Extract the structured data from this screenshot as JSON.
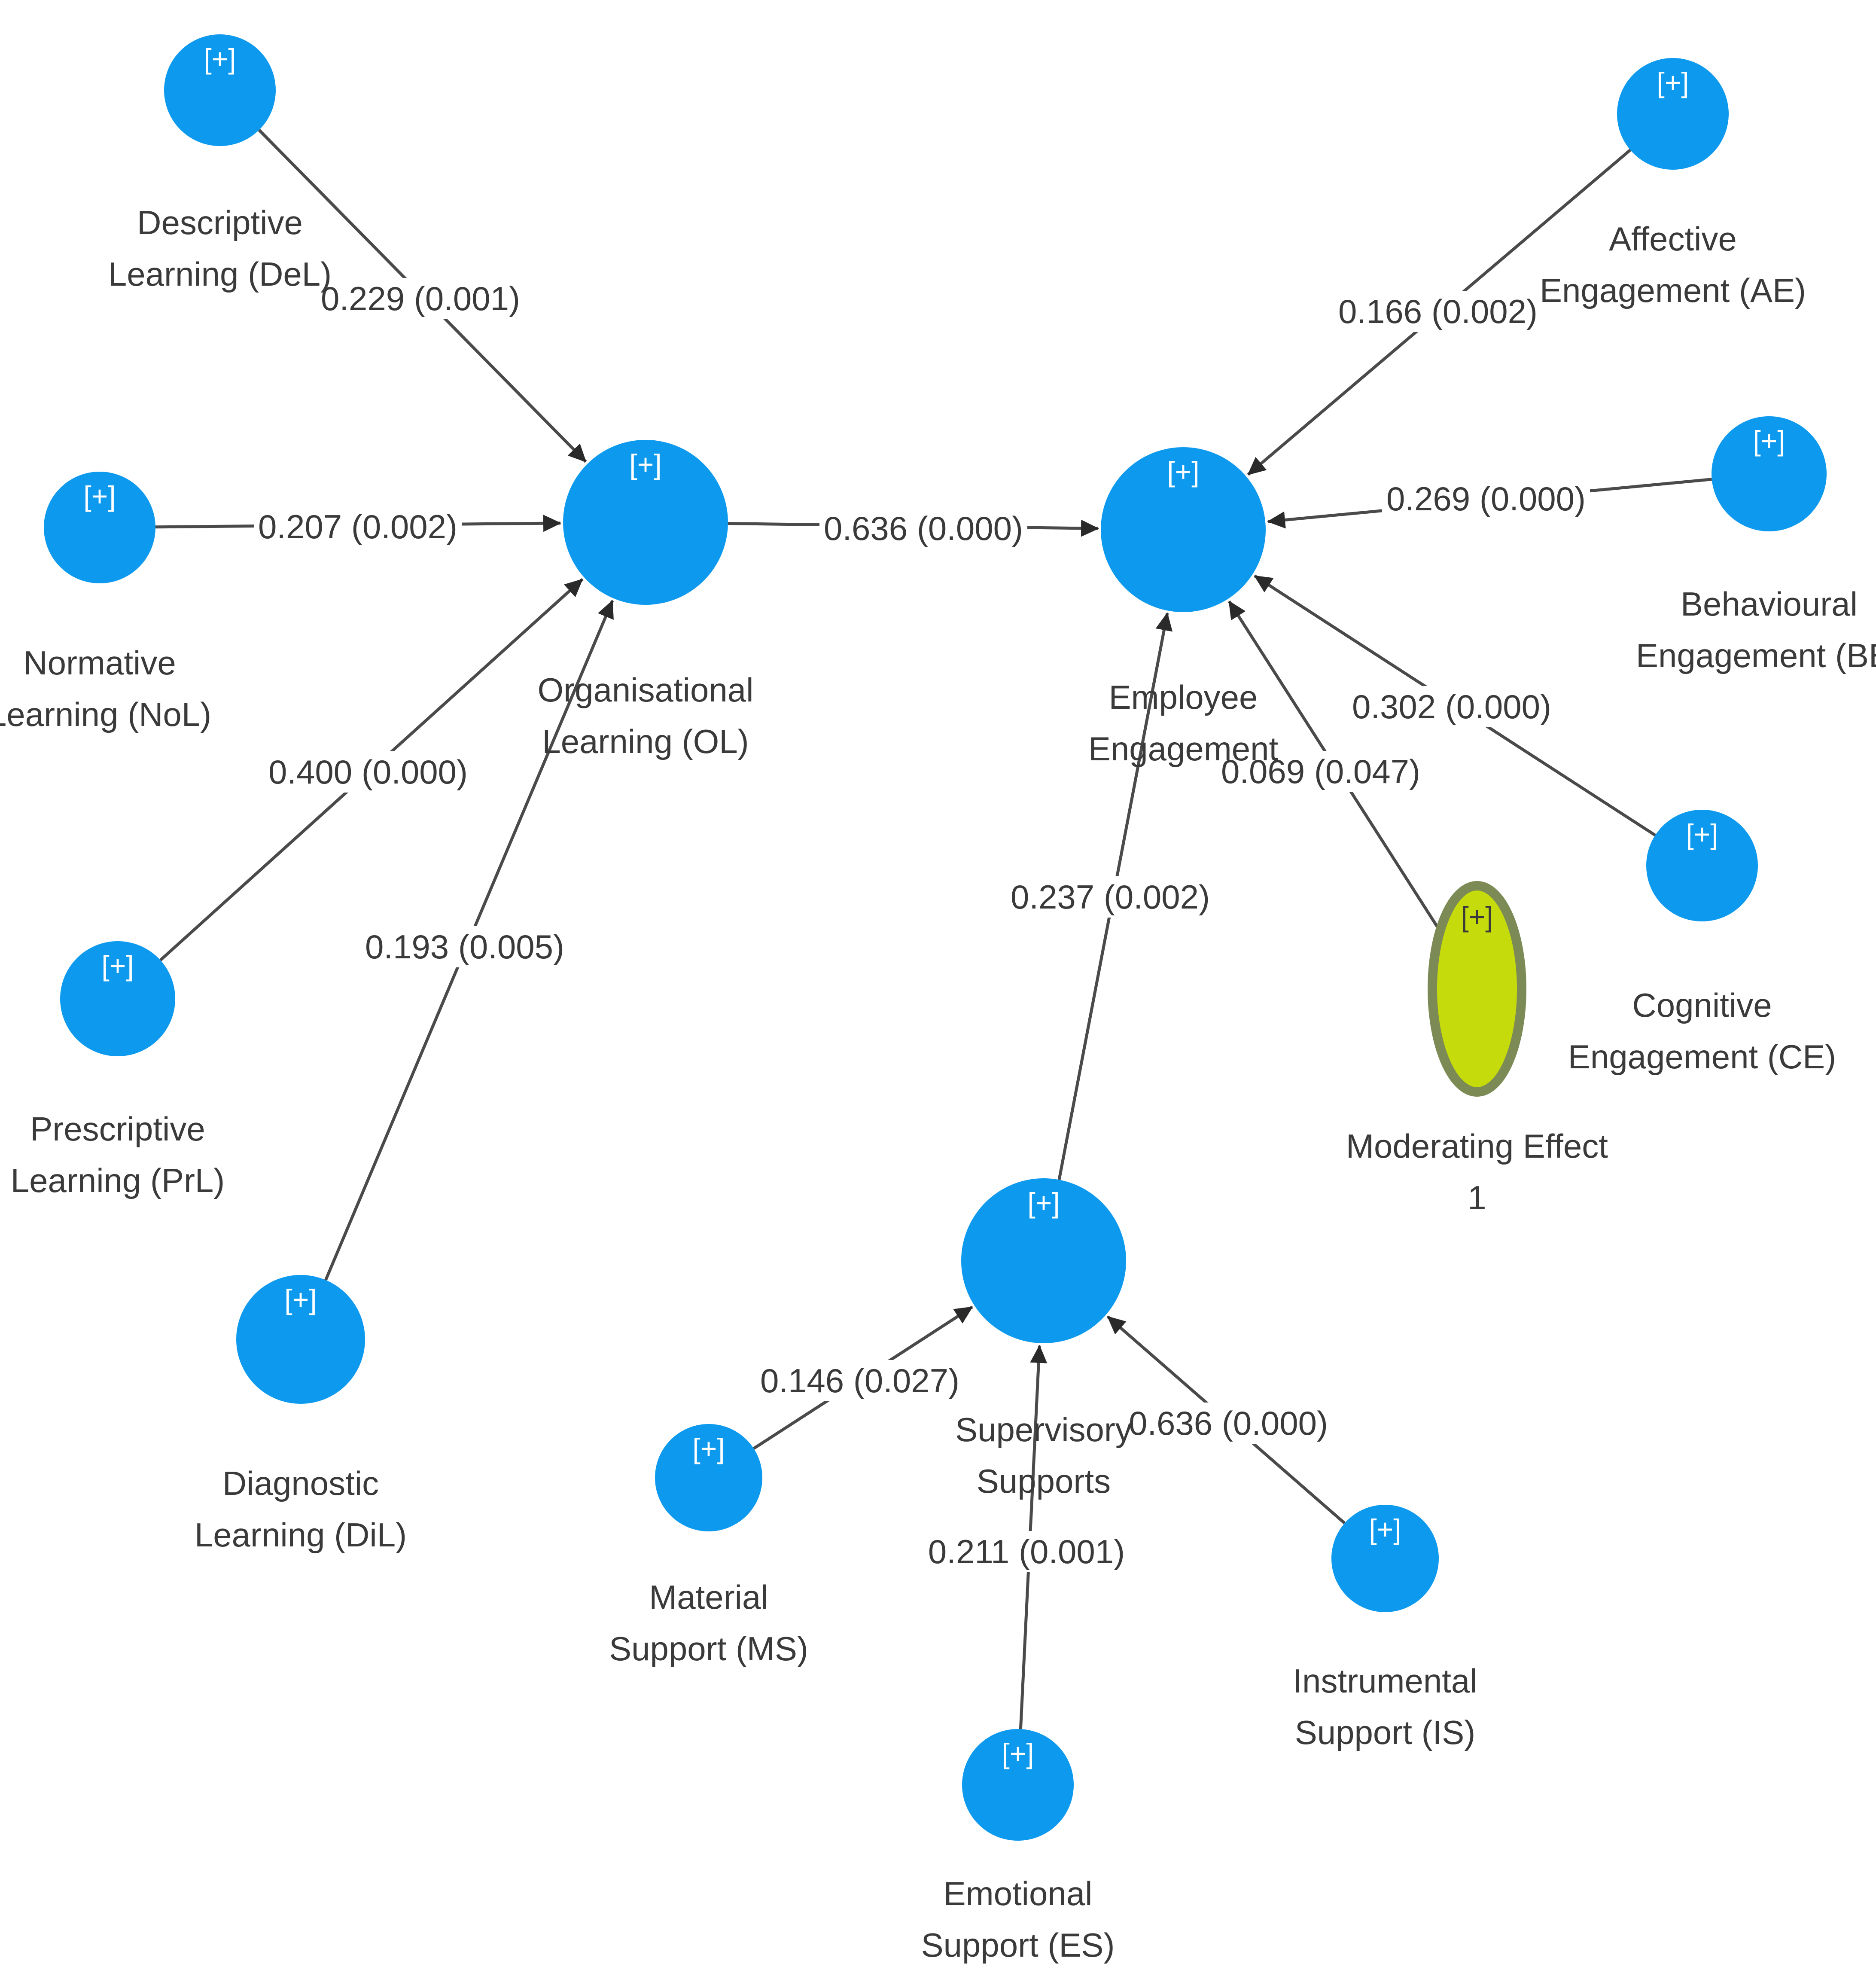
{
  "expand_marker": "[+]",
  "colors": {
    "construct": "#0d9aee",
    "moderator_fill": "#c6db0c",
    "moderator_stroke": "#7c8a55",
    "edge": "#4a4a4a",
    "text": "#3a3a3a"
  },
  "nodes": [
    {
      "id": "del",
      "shape": "circle",
      "label": [
        "Descriptive",
        "Learning (DeL)"
      ]
    },
    {
      "id": "nol",
      "shape": "circle",
      "label": [
        "Normative",
        "Learning (NoL)"
      ]
    },
    {
      "id": "prl",
      "shape": "circle",
      "label": [
        "Prescriptive",
        "Learning (PrL)"
      ]
    },
    {
      "id": "dil",
      "shape": "circle",
      "label": [
        "Diagnostic",
        "Learning (DiL)"
      ]
    },
    {
      "id": "ol",
      "shape": "circle",
      "label": [
        "Organisational",
        "Learning (OL)"
      ]
    },
    {
      "id": "ee",
      "shape": "circle",
      "label": [
        "Employee",
        "Engagement"
      ]
    },
    {
      "id": "ae",
      "shape": "circle",
      "label": [
        "Affective",
        "Engagement (AE)"
      ]
    },
    {
      "id": "be",
      "shape": "circle",
      "label": [
        "Behavioural",
        "Engagement (BE)"
      ]
    },
    {
      "id": "ce",
      "shape": "circle",
      "label": [
        "Cognitive",
        "Engagement (CE)"
      ]
    },
    {
      "id": "me",
      "shape": "moderator",
      "label": [
        "Moderating Effect",
        "1"
      ]
    },
    {
      "id": "ss",
      "shape": "circle",
      "label": [
        "Supervisory",
        "Supports"
      ]
    },
    {
      "id": "ms",
      "shape": "circle",
      "label": [
        "Material",
        "Support (MS)"
      ]
    },
    {
      "id": "es",
      "shape": "circle",
      "label": [
        "Emotional",
        "Support (ES)"
      ]
    },
    {
      "id": "is",
      "shape": "circle",
      "label": [
        "Instrumental",
        "Support (IS)"
      ]
    }
  ],
  "edges": [
    {
      "from": "del",
      "to": "ol",
      "label": "0.229 (0.001)"
    },
    {
      "from": "nol",
      "to": "ol",
      "label": "0.207 (0.002)"
    },
    {
      "from": "prl",
      "to": "ol",
      "label": "0.400 (0.000)"
    },
    {
      "from": "dil",
      "to": "ol",
      "label": "0.193 (0.005)"
    },
    {
      "from": "ol",
      "to": "ee",
      "label": "0.636 (0.000)"
    },
    {
      "from": "ae",
      "to": "ee",
      "label": "0.166 (0.002)"
    },
    {
      "from": "be",
      "to": "ee",
      "label": "0.269 (0.000)"
    },
    {
      "from": "ce",
      "to": "ee",
      "label": "0.302 (0.000)"
    },
    {
      "from": "me",
      "to": "ee",
      "label": "0.069 (0.047)"
    },
    {
      "from": "ss",
      "to": "ee",
      "label": "0.237 (0.002)"
    },
    {
      "from": "ms",
      "to": "ss",
      "label": "0.146 (0.027)"
    },
    {
      "from": "es",
      "to": "ss",
      "label": "0.211 (0.001)"
    },
    {
      "from": "is",
      "to": "ss",
      "label": "0.636 (0.000)"
    }
  ]
}
